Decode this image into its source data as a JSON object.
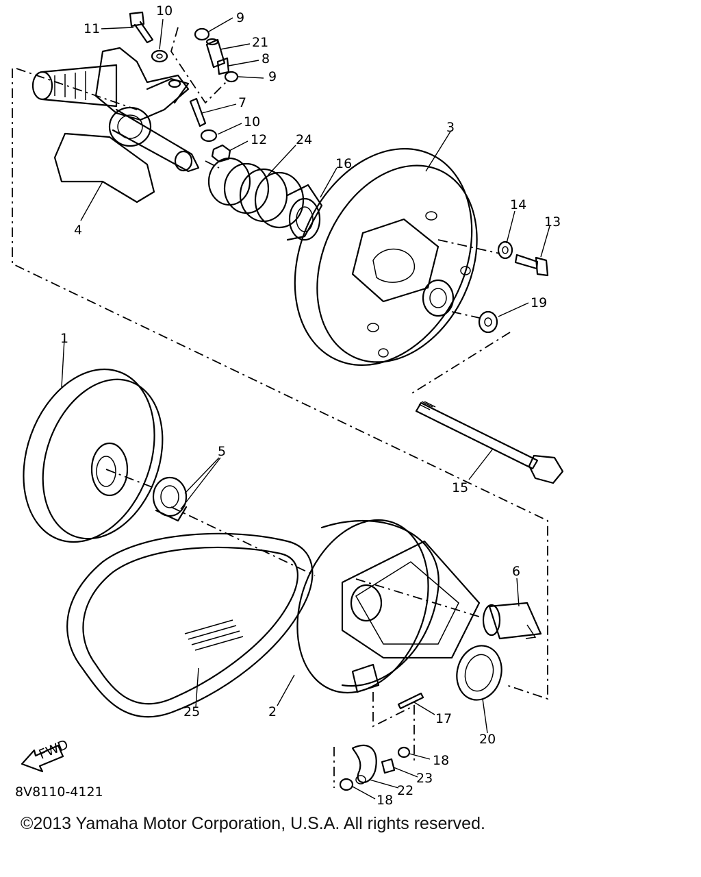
{
  "labels": {
    "p1": "1",
    "p2": "2",
    "p3": "3",
    "p4": "4",
    "p5": "5",
    "p6": "6",
    "p7": "7",
    "p8": "8",
    "p9a": "9",
    "p9b": "9",
    "p10a": "10",
    "p10b": "10",
    "p11": "11",
    "p12": "12",
    "p13": "13",
    "p14": "14",
    "p15": "15",
    "p16": "16",
    "p17": "17",
    "p18a": "18",
    "p18b": "18",
    "p19": "19",
    "p20": "20",
    "p21": "21",
    "p22": "22",
    "p23": "23",
    "p24": "24",
    "p25": "25"
  },
  "diagram_code": "8V8110-4121",
  "fwd_label": "FWD",
  "copyright": "©2013 Yamaha Motor Corporation, U.S.A. All rights reserved."
}
